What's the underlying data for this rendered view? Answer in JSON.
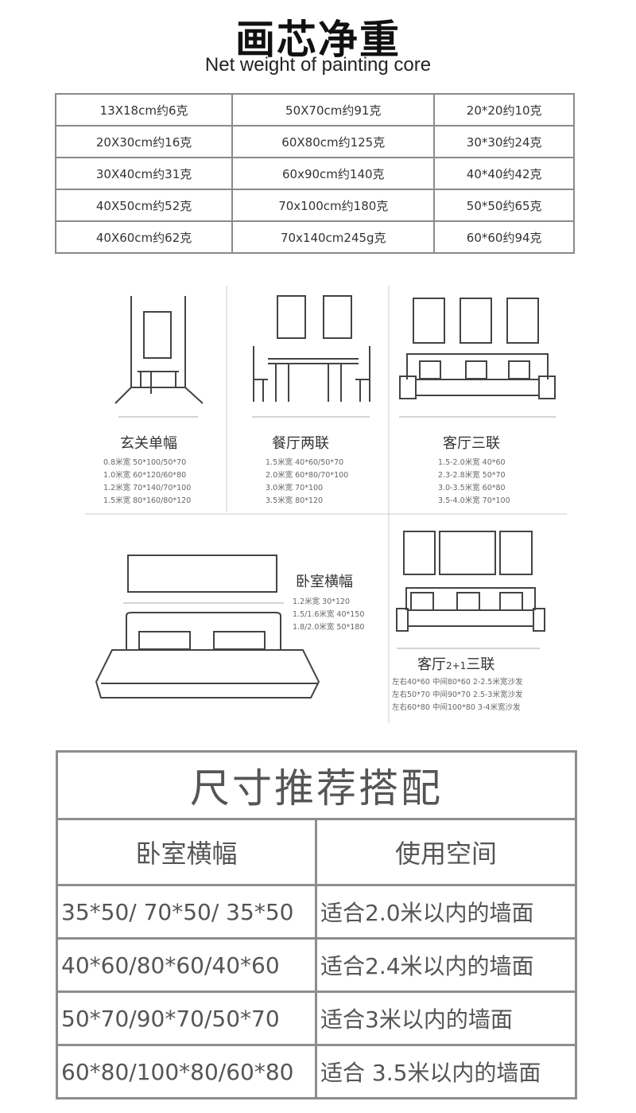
{
  "header": {
    "title": "画芯净重",
    "subtitle": "Net weight of painting core"
  },
  "weights": [
    [
      "13X18cm约6克",
      "50X70cm约91克",
      "20*20约10克"
    ],
    [
      "20X30cm约16克",
      "60X80cm约125克",
      "30*30约24克"
    ],
    [
      "30X40cm约31克",
      "60x90cm约140克",
      "40*40约42克"
    ],
    [
      "40X50cm约52克",
      "70x100cm约180克",
      "50*50约65克"
    ],
    [
      "40X60cm约62克",
      "70x140cm245g克",
      "60*60约94克"
    ]
  ],
  "scenes": {
    "entry": {
      "title": "玄关单幅",
      "specs": [
        "0.8米宽 50*100/50*70",
        "1.0米宽 60*120/60*80",
        "1.2米宽 70*140/70*100",
        "1.5米宽 80*160/80*120"
      ]
    },
    "dining": {
      "title": "餐厅两联",
      "specs": [
        "1.5米宽 40*60/50*70",
        "2.0米宽 60*80/70*100",
        "3.0米宽 70*100",
        "3.5米宽 80*120"
      ]
    },
    "living3": {
      "title": "客厅三联",
      "specs": [
        "1.5-2.0米宽  40*60",
        "2.3-2.8米宽  50*70",
        "3.0-3.5米宽  60*80",
        "3.5-4.0米宽  70*100"
      ]
    },
    "bedroom": {
      "title": "卧室横幅",
      "specs": [
        "1.2米宽 30*120",
        "1.5/1.6米宽  40*150",
        "1.8/2.0米宽  50*180"
      ]
    },
    "living21": {
      "title_main": "客厅",
      "title_sub": "2+1",
      "title_end": "三联",
      "specs": [
        "左右40*60 中间80*60   2-2.5米宽沙发",
        "左右50*70 中间90*70   2.5-3米宽沙发",
        "左右60*80 中间100*80  3-4米宽沙发"
      ]
    }
  },
  "recommend": {
    "title": "尺寸推荐搭配",
    "col1": "卧室横幅",
    "col2": "使用空间",
    "rows": [
      [
        "35*50/ 70*50/ 35*50",
        "适合2.0米以内的墙面"
      ],
      [
        "40*60/80*60/40*60",
        "适合2.4米以内的墙面"
      ],
      [
        "50*70/90*70/50*70",
        "适合3米以内的墙面"
      ],
      [
        "60*80/100*80/60*80",
        "适合 3.5米以内的墙面"
      ]
    ]
  }
}
